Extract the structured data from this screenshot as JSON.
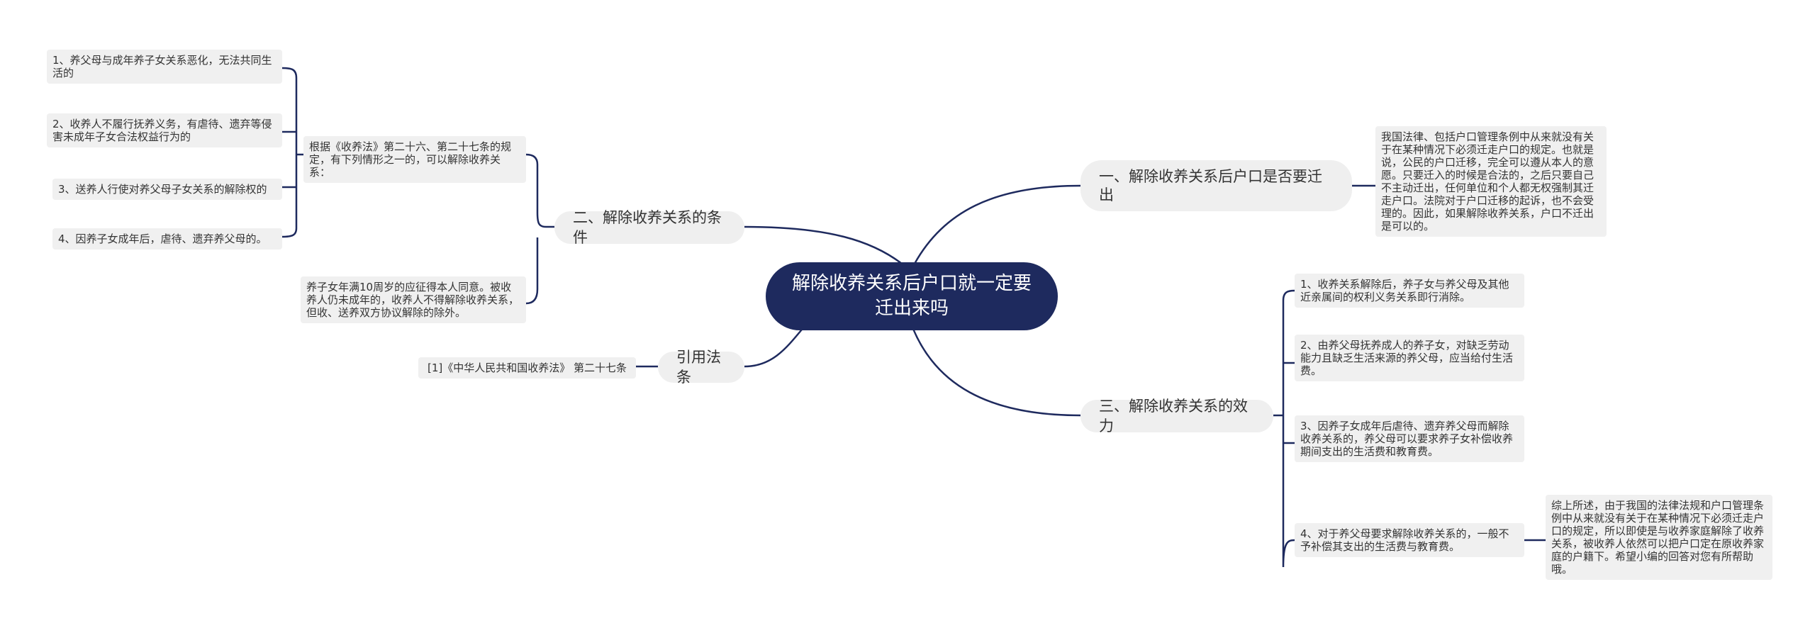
{
  "root": {
    "title": "解除收养关系后户口就一定要迁出来吗"
  },
  "branches": {
    "b1": {
      "label": "一、解除收养关系后户口是否要迁出"
    },
    "b2": {
      "label": "二、解除收养关系的条件"
    },
    "b3": {
      "label": "引用法条"
    },
    "b4": {
      "label": "三、解除收养关系的效力"
    }
  },
  "leaves": {
    "b1_detail": "我国法律、包括户口管理条例中从来就没有关于在某种情况下必须迁走户口的规定。也就是说，公民的户口迁移，完全可以遵从本人的意愿。只要迁入的时候是合法的，之后只要自己不主动迁出，任何单位和个人都无权强制其迁走户口。法院对于户口迁移的起诉，也不会受理的。因此，如果解除收养关系，户口不迁出是可以的。",
    "b2_intro": "根据《收养法》第二十六、第二十七条的规定，有下列情形之一的，可以解除收养关系：",
    "b2_items": [
      "1、养父母与成年养子女关系恶化，无法共同生活的",
      "2、收养人不履行抚养义务，有虐待、遗弃等侵害未成年子女合法权益行为的",
      "3、送养人行使对养父母子女关系的解除权的",
      "4、因养子女成年后，虐待、遗弃养父母的。"
    ],
    "b2_note": "养子女年满10周岁的应征得本人同意。被收养人仍未成年的，收养人不得解除收养关系，但收、送养双方协议解除的除外。",
    "b3_item": "[1]《中华人民共和国收养法》 第二十七条",
    "b4_items": [
      "1、收养关系解除后，养子女与养父母及其他近亲属间的权利义务关系即行消除。",
      "2、由养父母抚养成人的养子女，对缺乏劳动能力且缺乏生活来源的养父母，应当给付生活费。",
      "3、因养子女成年后虐待、遗弃养父母而解除收养关系的，养父母可以要求养子女补偿收养期间支出的生活费和教育费。",
      "4、对于养父母要求解除收养关系的，一般不予补偿其支出的生活费与教育费。"
    ],
    "b4_summary": "综上所述，由于我国的法律法规和户口管理条例中从来就没有关于在某种情况下必须迁走户口的规定，所以即使是与收养家庭解除了收养关系，被收养人依然可以把户口定在原收养家庭的户籍下。希望小编的回答对您有所帮助哦。"
  },
  "colors": {
    "line": "#1e2a5e",
    "root_bg": "#1e2a5e",
    "node_bg": "#efefef"
  }
}
